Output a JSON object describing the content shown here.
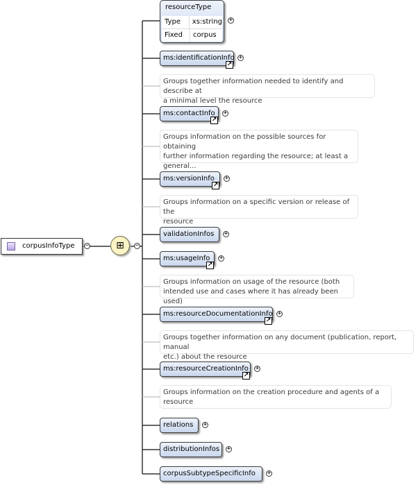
{
  "root": {
    "label": "corpusInfoType",
    "icon": "complex-type-icon"
  },
  "compositor": {
    "icon": "sequence-compositor-icon",
    "symbol": "⊞"
  },
  "attribute": {
    "name": "resourceType",
    "rows": [
      {
        "key": "Type",
        "value": "xs:string"
      },
      {
        "key": "Fixed",
        "value": "corpus"
      }
    ]
  },
  "elements": [
    {
      "name": "ms:identificationInfo",
      "is_ref": true,
      "doc": [
        "Groups together information needed to identify and describe at",
        "a minimal level the resource"
      ]
    },
    {
      "name": "ms:contactInfo",
      "is_ref": true,
      "doc": [
        "Groups information on the possible sources for obtaining",
        "further information regarding the resource; at least a",
        "general..."
      ]
    },
    {
      "name": "ms:versionInfo",
      "is_ref": true,
      "doc": [
        "Groups information on a specific version or release of the",
        "resource"
      ]
    },
    {
      "name": "validationInfos",
      "is_ref": false,
      "doc": []
    },
    {
      "name": "ms:usageInfo",
      "is_ref": true,
      "doc": [
        "Groups information on usage of the resource (both",
        "intended use and cases where it has already been used)"
      ]
    },
    {
      "name": "ms:resourceDocumentationInfo",
      "is_ref": true,
      "doc": [
        "Groups together information on any document (publication, report, manual",
        "etc.) about the resource"
      ]
    },
    {
      "name": "ms:resourceCreationInfo",
      "is_ref": true,
      "doc": [
        "Groups information on the creation procedure and agents of a",
        "resource"
      ]
    },
    {
      "name": "relations",
      "is_ref": false,
      "doc": []
    },
    {
      "name": "distributionInfos",
      "is_ref": false,
      "doc": []
    },
    {
      "name": "corpusSubtypeSpecificInfo",
      "is_ref": false,
      "doc": []
    }
  ],
  "symbols": {
    "expand": "+",
    "collapse": "−",
    "ref_arrow": "↗"
  }
}
